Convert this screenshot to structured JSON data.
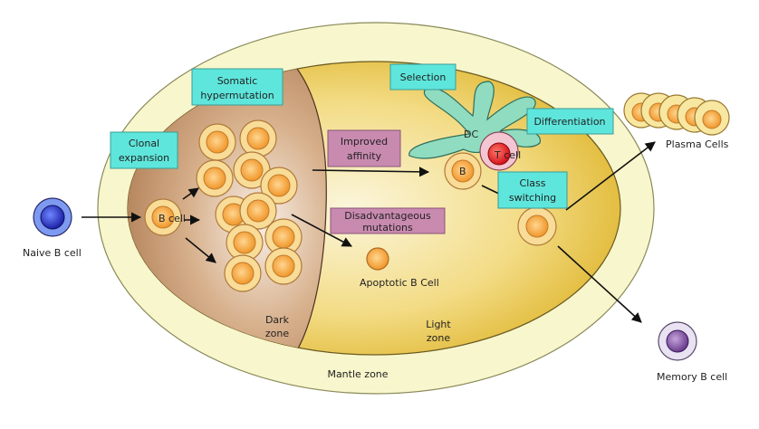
{
  "labels": {
    "naive_b_cell": "Naive B cell",
    "b_cell": "B cell",
    "clonal_expansion_1": "Clonal",
    "clonal_expansion_2": "expansion",
    "somatic_1": "Somatic",
    "somatic_2": "hypermutation",
    "improved_1": "Improved",
    "improved_2": "affinity",
    "disadv_1": "Disadvantageous",
    "disadv_2": "mutations",
    "apoptotic": "Apoptotic B Cell",
    "selection": "Selection",
    "dc": "DC",
    "t_cell": "T cell",
    "b": "B",
    "differentiation": "Differentiation",
    "class_1": "Class",
    "class_2": "switching",
    "plasma": "Plasma Cells",
    "memory": "Memory B cell",
    "dark_1": "Dark",
    "dark_2": "zone",
    "light_1": "Light",
    "light_2": "zone",
    "mantle": "Mantle zone"
  },
  "colors": {
    "mantle": "#f8f6cc",
    "light_zone": "#eccb4a",
    "dark_zone": "#b98758",
    "cell_orange": "#f3a13b",
    "cell_outer": "#f8dc97",
    "cyan_box": "#5ee6dc",
    "pink_box": "#c98ab0",
    "naive_blue": "#2f3fd0",
    "memory_purple": "#7a4a9a",
    "t_cell_red": "#e02828",
    "dc_green": "#6fc7a0"
  }
}
